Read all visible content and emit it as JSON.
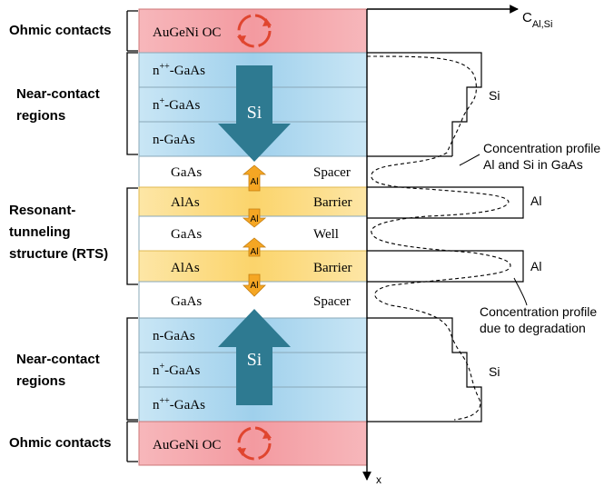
{
  "region_labels": {
    "ohmic_top": "Ohmic contacts",
    "near_contact_top_line1": "Near-contact",
    "near_contact_top_line2": "regions",
    "rts_line1": "Resonant-",
    "rts_line2": "tunneling",
    "rts_line3": "structure (RTS)",
    "near_contact_bottom_line1": "Near-contact",
    "near_contact_bottom_line2": "regions",
    "ohmic_bottom": "Ohmic contacts"
  },
  "layers": {
    "ohmic_top": "AuGeNi OC",
    "n_pp_top_base": "n",
    "n_pp_top_sup": "++",
    "n_pp_top_rest": "-GaAs",
    "n_p_top_base": "n",
    "n_p_top_sup": "+",
    "n_p_top_rest": "-GaAs",
    "n_top": "n-GaAs",
    "spacer_top_material": "GaAs",
    "spacer_top_role": "Spacer",
    "barrier_top_material": "AlAs",
    "barrier_top_role": "Barrier",
    "well_material": "GaAs",
    "well_role": "Well",
    "barrier_bottom_material": "AlAs",
    "barrier_bottom_role": "Barrier",
    "spacer_bottom_material": "GaAs",
    "spacer_bottom_role": "Spacer",
    "n_bottom": "n-GaAs",
    "n_p_bottom_base": "n",
    "n_p_bottom_sup": "+",
    "n_p_bottom_rest": "-GaAs",
    "n_pp_bottom_base": "n",
    "n_pp_bottom_sup": "++",
    "n_pp_bottom_rest": "-GaAs",
    "ohmic_bottom": "AuGeNi OC"
  },
  "arrows": {
    "si_top": "Si",
    "si_bottom": "Si",
    "al_1": "Al",
    "al_2": "Al",
    "al_3": "Al",
    "al_4": "Al"
  },
  "axes": {
    "y_axis_label_main": "C",
    "y_axis_label_sub": "Al,Si",
    "x_axis_label": "x"
  },
  "annotations": {
    "si_top": "Si",
    "profile_line1": "Concentration profile",
    "profile_line2": "Al and Si in GaAs",
    "al_top": "Al",
    "al_bottom": "Al",
    "degradation_line1": "Concentration profile",
    "degradation_line2": "due to degradation",
    "si_bottom": "Si"
  },
  "colors": {
    "ohmic_fill": "#f4a6aa",
    "n_layer_fill": "#a9d6ee",
    "barrier_fill": "#fcd97a",
    "si_arrow": "#2e7a91",
    "al_arrow": "#f5a623",
    "rotate_icon": "#e0452f"
  }
}
